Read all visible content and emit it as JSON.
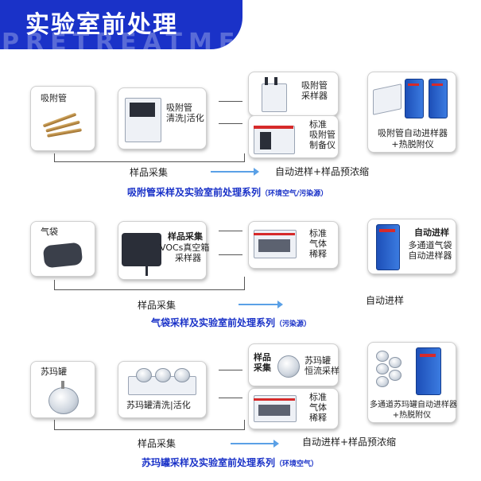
{
  "header": {
    "title": "实验室前处理",
    "watermark": "PRETREATMENT"
  },
  "sections": [
    {
      "sample_label": "吸附管",
      "clean_label": "吸附管\n清洗|活化",
      "sampler_label": "吸附管\n采样器",
      "prep_label": "标准\n吸附管\n制备仪",
      "auto_label": "吸附管自动进样器\n+热脱附仪",
      "collect": "样品采集",
      "auto_step": "自动进样+样品预浓缩",
      "series_title": "吸附管采样及实验室前处理系列",
      "series_sub": "（环境空气/污染源）"
    },
    {
      "sample_label": "气袋",
      "vacuum_bold": "样品采集",
      "vacuum_label": "VOCs真空箱\n采样器",
      "dilute_label": "标准\n气体\n稀释",
      "auto_bold": "自动进样",
      "auto_label": "多通道气袋\n自动进样器",
      "collect": "样品采集",
      "auto_step": "自动进样",
      "series_title": "气袋采样及实验室前处理系列",
      "series_sub": "（污染源）"
    },
    {
      "sample_label": "苏玛罐",
      "clean_label": "苏玛罐清洗|活化",
      "collect_bold": "样品\n采集",
      "flow_label": "苏玛罐\n恒流采样",
      "dilute_label": "标准\n气体\n稀释",
      "auto_label": "多通道苏玛罐自动进样器\n+热脱附仪",
      "collect": "样品采集",
      "auto_step": "自动进样+样品预浓缩",
      "series_title": "苏玛罐采样及实验室前处理系列",
      "series_sub": "（环境空气）"
    }
  ],
  "colors": {
    "brand_blue": "#1a32c8",
    "arrow_blue": "#5aa0e6",
    "device_red": "#d62a2a"
  }
}
